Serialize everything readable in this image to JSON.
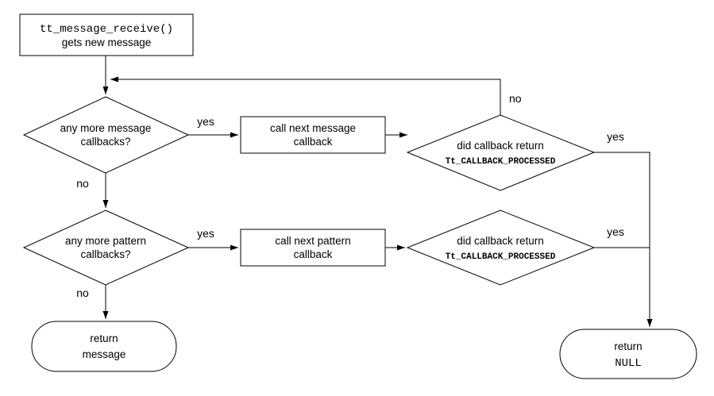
{
  "nodes": {
    "start": {
      "line1": "tt_message_receive()",
      "line2": "gets new message"
    },
    "more_message_callbacks": {
      "line1": "any more message",
      "line2": "callbacks?"
    },
    "call_message_callback": {
      "line1": "call next message",
      "line2": "callback"
    },
    "message_callback_processed": {
      "line1": "did callback return",
      "line2": "Tt_CALLBACK_PROCESSED"
    },
    "more_pattern_callbacks": {
      "line1": "any more pattern",
      "line2": "callbacks?"
    },
    "call_pattern_callback": {
      "line1": "call next pattern",
      "line2": "callback"
    },
    "pattern_callback_processed": {
      "line1": "did callback return",
      "line2": "Tt_CALLBACK_PROCESSED"
    },
    "return_message": {
      "line1": "return",
      "line2": "message"
    },
    "return_null": {
      "line1": "return",
      "line2": "NULL"
    }
  },
  "edge_labels": {
    "message_yes": "yes",
    "message_no": "no",
    "processed1_no": "no",
    "processed1_yes": "yes",
    "pattern_yes": "yes",
    "pattern_no": "no",
    "processed2_yes": "yes"
  },
  "colors": {
    "stroke": "#000000",
    "background": "#ffffff",
    "text": "#000000"
  }
}
